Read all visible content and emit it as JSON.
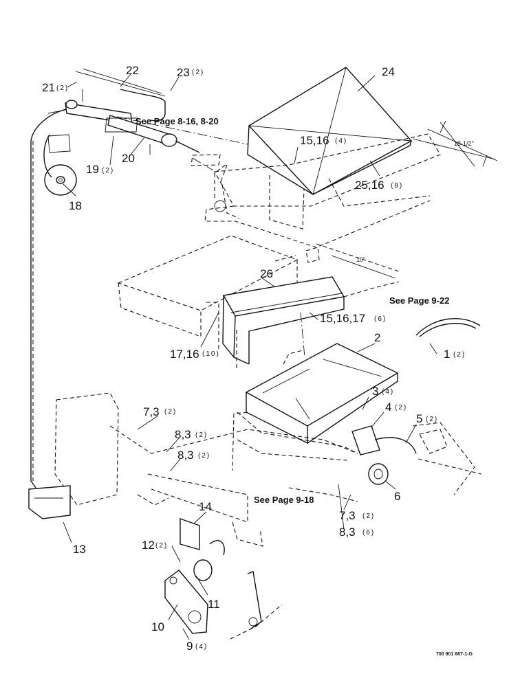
{
  "callouts": {
    "c1": "1",
    "c1q": "(2)",
    "c2": "2",
    "c3": "3",
    "c3q": "(4)",
    "c4": "4",
    "c4q": "(2)",
    "c5": "5",
    "c5q": "(2)",
    "c6": "6",
    "c73a": "7,3",
    "c73aq": "(2)",
    "c73b": "7,3",
    "c73bq": "(2)",
    "c83a": "8,3",
    "c83aq": "(2)",
    "c83b": "8,3",
    "c83bq": "(2)",
    "c83c": "8,3",
    "c83cq": "(6)",
    "c9": "9",
    "c9q": "(4)",
    "c10": "10",
    "c11": "11",
    "c12": "12",
    "c12q": "(2)",
    "c13": "13",
    "c14": "14",
    "c1516": "15,16",
    "c1516q": "(4)",
    "c151617": "15,16,17",
    "c151617q": "(6)",
    "c1716": "17,16",
    "c1716q": "(10)",
    "c18": "18",
    "c19": "19",
    "c19q": "(2)",
    "c20": "20",
    "c21": "21",
    "c21q": "(2)",
    "c22": "22",
    "c23": "23",
    "c23q": "(2)",
    "c24": "24",
    "c2516": "25,16",
    "c2516q": "(8)",
    "c26": "26"
  },
  "notes": {
    "see_8": "See Page 8-16, 8-20",
    "see_922": "See Page 9-22",
    "see_918": "See Page 9-18"
  },
  "dimensions": {
    "d1": "18-1/2\"",
    "d2": "10\""
  },
  "drawing_number": "700 901 887-1-G"
}
